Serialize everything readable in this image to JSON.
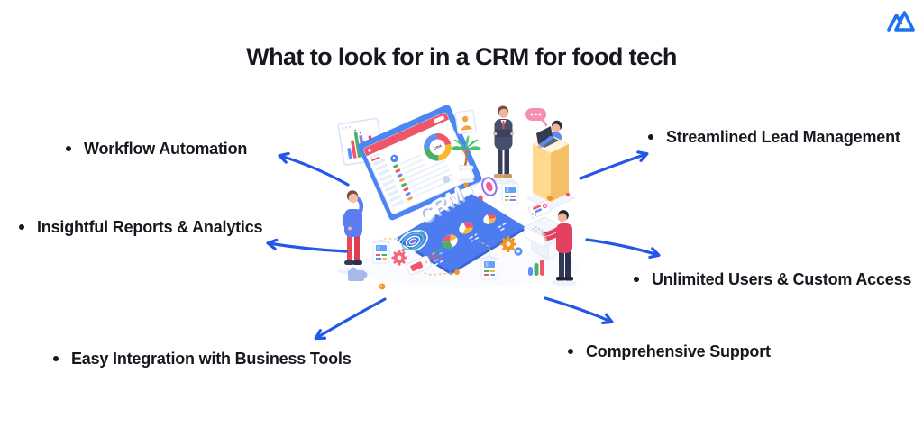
{
  "title": "What to look for in a CRM for food tech",
  "brand": {
    "logo_icon": "mountain-logo"
  },
  "features": [
    {
      "id": "workflow-automation",
      "label": "Workflow Automation"
    },
    {
      "id": "insightful-reports-analytics",
      "label": "Insightful Reports & Analytics"
    },
    {
      "id": "easy-integration-business-tools",
      "label": "Easy Integration with Business Tools"
    },
    {
      "id": "streamlined-lead-management",
      "label": "Streamlined Lead Management"
    },
    {
      "id": "unlimited-users-custom-access",
      "label": "Unlimited Users & Custom Access"
    },
    {
      "id": "comprehensive-support",
      "label": "Comprehensive Support"
    }
  ],
  "illustration": {
    "floor_text": "CRM",
    "donut_text": "CRM"
  },
  "colors": {
    "text": "#17171f",
    "arrow": "#2456e8",
    "logo": "#1b72f2",
    "accent_blue": "#4c7cf0",
    "accent_red": "#f0556a",
    "accent_green": "#4caf68",
    "accent_yellow": "#f7b731"
  }
}
